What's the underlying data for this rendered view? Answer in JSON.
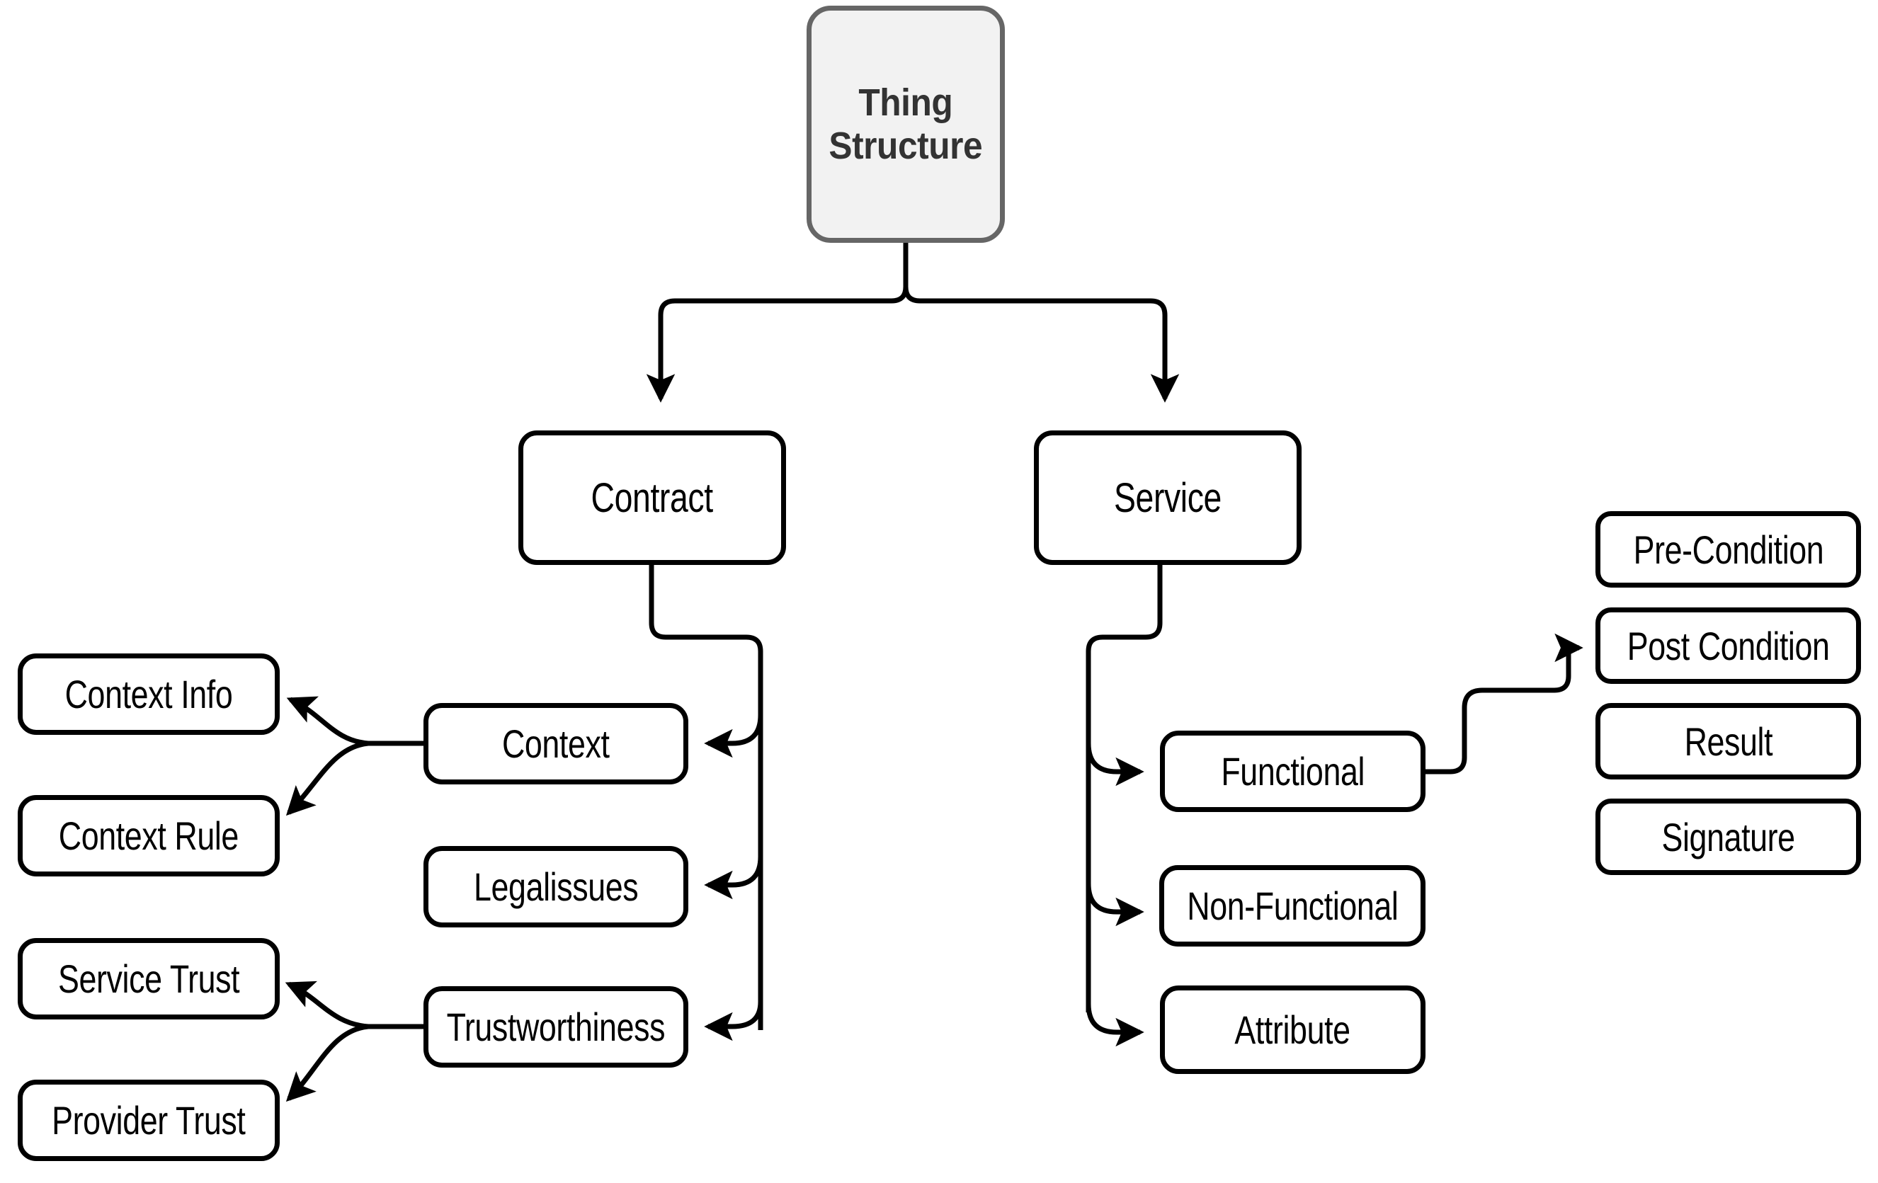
{
  "diagram": {
    "title": "Thing Structure hierarchy",
    "colors": {
      "background": "#ffffff",
      "node_fill": "#ffffff",
      "node_stroke": "#000000",
      "root_fill": "#f2f2f2",
      "root_stroke": "#666666",
      "root_text": "#333333",
      "edge": "#000000"
    }
  },
  "nodes": {
    "root": {
      "label": "Thing\nStructure",
      "line1": "Thing",
      "line2": "Structure"
    },
    "contract": {
      "label": "Contract"
    },
    "service": {
      "label": "Service"
    },
    "context": {
      "label": "Context"
    },
    "legalissues": {
      "label": "Legalissues"
    },
    "trustworthiness": {
      "label": "Trustworthiness"
    },
    "context_info": {
      "label": "Context Info"
    },
    "context_rule": {
      "label": "Context Rule"
    },
    "service_trust": {
      "label": "Service Trust"
    },
    "provider_trust": {
      "label": "Provider Trust"
    },
    "functional": {
      "label": "Functional"
    },
    "non_functional": {
      "label": "Non-Functional"
    },
    "attribute": {
      "label": "Attribute"
    },
    "pre_condition": {
      "label": "Pre-Condition"
    },
    "post_condition": {
      "label": "Post Condition"
    },
    "result": {
      "label": "Result"
    },
    "signature": {
      "label": "Signature"
    }
  },
  "edges": [
    {
      "from": "root",
      "to": "contract"
    },
    {
      "from": "root",
      "to": "service"
    },
    {
      "from": "contract",
      "to": "context"
    },
    {
      "from": "contract",
      "to": "legalissues"
    },
    {
      "from": "contract",
      "to": "trustworthiness"
    },
    {
      "from": "context",
      "to": "context_info"
    },
    {
      "from": "context",
      "to": "context_rule"
    },
    {
      "from": "trustworthiness",
      "to": "service_trust"
    },
    {
      "from": "trustworthiness",
      "to": "provider_trust"
    },
    {
      "from": "service",
      "to": "functional"
    },
    {
      "from": "service",
      "to": "non_functional"
    },
    {
      "from": "service",
      "to": "attribute"
    },
    {
      "from": "functional",
      "to": "pre_condition"
    }
  ]
}
